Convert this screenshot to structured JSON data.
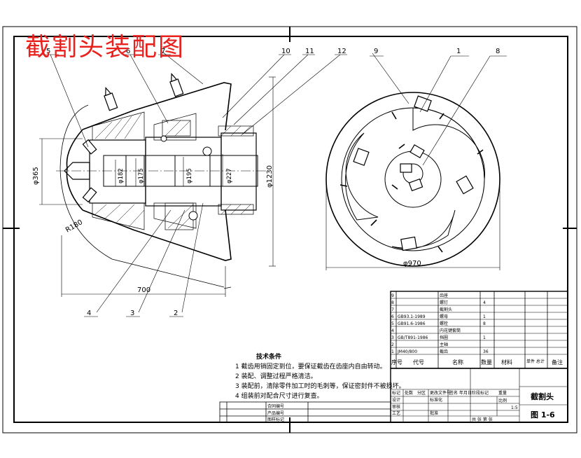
{
  "drawing": {
    "title": "截割头装配图",
    "balloons": [
      "1",
      "2",
      "3",
      "4",
      "5",
      "6",
      "7",
      "8",
      "9",
      "10",
      "11",
      "12"
    ],
    "dimensions": {
      "overall_diameter": "φ1230",
      "left_diameter": "φ365",
      "bore_1": "φ182",
      "bore_2": "φ175",
      "bore_3": "φ195",
      "bore_4": "φ227",
      "radius": "R180",
      "length": "700",
      "end_view_diameter": "φ970"
    },
    "technical_requirements": {
      "heading": "技术条件",
      "items": [
        "1 截齿用销固定到位，要保证截齿在齿座内自由转动。",
        "2 装配、调整过程严格清洁。",
        "3 装配前，清除零件加工时的毛刺等，保证密封件不被损坏。",
        "4 组装前对配合尺寸进行复查。"
      ]
    }
  },
  "bom": {
    "rows": [
      {
        "no": "9",
        "code": "",
        "name": "齿座",
        "qty": ""
      },
      {
        "no": "8",
        "code": "",
        "name": "螺钉",
        "qty": "4"
      },
      {
        "no": "7",
        "code": "",
        "name": "截割头",
        "qty": ""
      },
      {
        "no": "6",
        "code": "GB93.1-1989",
        "name": "螺母",
        "qty": "1"
      },
      {
        "no": "5",
        "code": "GB91.6-1986",
        "name": "螺栓",
        "qty": "8"
      },
      {
        "no": "4",
        "code": "",
        "name": "内花键套筒",
        "qty": ""
      },
      {
        "no": "3",
        "code": "GB/T891-1986",
        "name": "挡圈",
        "qty": "1"
      },
      {
        "no": "2",
        "code": "",
        "name": "主轴",
        "qty": ""
      },
      {
        "no": "1",
        "code": "JM40/800",
        "name": "截齿",
        "qty": "36"
      }
    ],
    "header": {
      "no": "序号",
      "code": "代号",
      "name": "名称",
      "qty": "数量",
      "material": "材料",
      "weight": "单件 总计",
      "note": "备注"
    }
  },
  "title_block": {
    "part_name": "截割头",
    "drawing_no": "图 1-6",
    "scale_label": "比例",
    "scale": "1:5",
    "sheet": "共  张 第  张",
    "labels": [
      "标记",
      "处数",
      "分区",
      "更改文件号",
      "签名",
      "年月日",
      "设计",
      "标准化",
      "审核",
      "工艺",
      "批准",
      "阶段标记",
      "重量"
    ]
  },
  "change_block": {
    "rows": [
      "合同编号",
      "产品编号",
      "图样标记"
    ]
  }
}
